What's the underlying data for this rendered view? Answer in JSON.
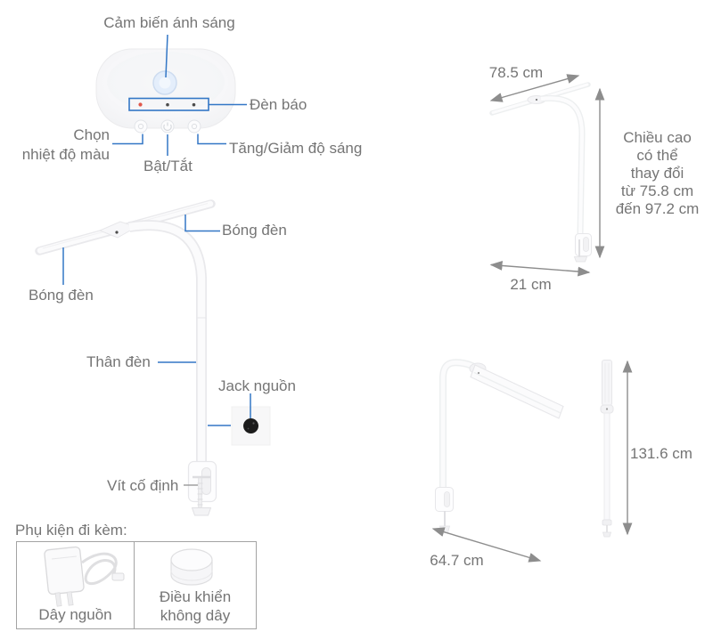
{
  "colors": {
    "accent_blue": "#3377C6",
    "label_text": "#757575",
    "arrow_gray": "#8d8d8d",
    "indicator_red": "#e0574a",
    "lamp_outline": "#ececee"
  },
  "head_view": {
    "labels": {
      "light_sensor": "Cảm biến ánh sáng",
      "indicator_light": "Đèn báo",
      "color_temp": "Chọn\nnhiệt độ màu",
      "power_toggle": "Bật/Tắt",
      "brightness": "Tăng/Giảm độ sáng"
    }
  },
  "lamp_view": {
    "labels": {
      "bulb_right": "Bóng đèn",
      "bulb_left": "Bóng đèn",
      "body": "Thân đèn",
      "power_jack": "Jack nguồn",
      "fixing_screw": "Vít cố định"
    }
  },
  "accessories": {
    "heading": "Phụ kiện đi kèm:",
    "items": [
      {
        "icon": "power-adapter-icon",
        "label": "Dây nguồn"
      },
      {
        "icon": "wireless-remote-icon",
        "label": "Điều khiển\nkhông dây"
      }
    ]
  },
  "dimensions": {
    "bar_width": "78.5 cm",
    "height_note": "Chiều cao\ncó thể\nthay đổi\ntừ 75.8 cm\nđến 97.2 cm",
    "base_depth": "21 cm",
    "reach": "64.7 cm",
    "full_length": "131.6 cm"
  }
}
